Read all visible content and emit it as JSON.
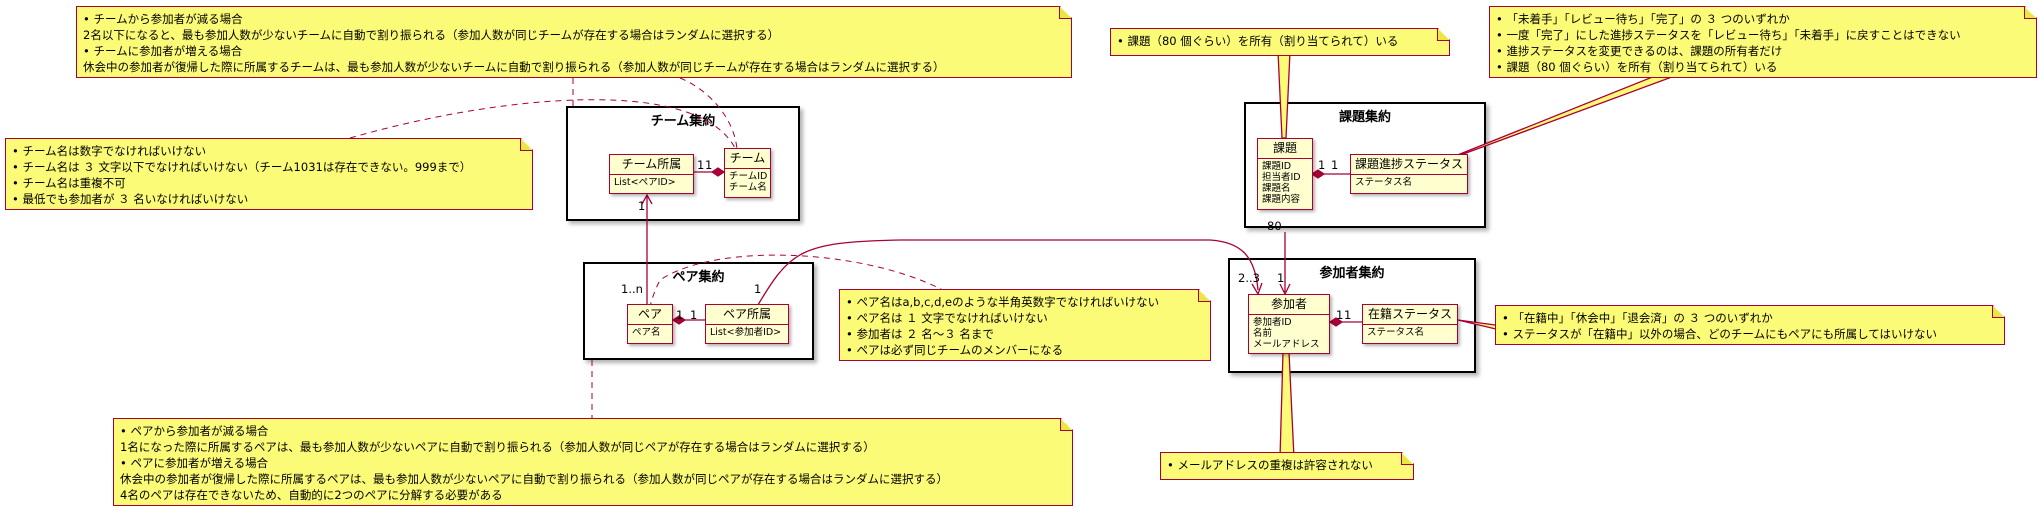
{
  "packages": {
    "team": "チーム集約",
    "task": "課題集約",
    "pair": "ペア集約",
    "participant": "参加者集約"
  },
  "classes": {
    "team_belong": {
      "name": "チーム所属",
      "attrs": [
        "List<ペアID>"
      ]
    },
    "team": {
      "name": "チーム",
      "attrs": [
        "チームID",
        "チーム名"
      ]
    },
    "task": {
      "name": "課題",
      "attrs": [
        "課題ID",
        "担当者ID",
        "課題名",
        "課題内容"
      ]
    },
    "task_status": {
      "name": "課題進捗ステータス",
      "attrs": [
        "ステータス名"
      ]
    },
    "pair": {
      "name": "ペア",
      "attrs": [
        "ペア名"
      ]
    },
    "pair_belong": {
      "name": "ペア所属",
      "attrs": [
        "List<参加者ID>"
      ]
    },
    "participant": {
      "name": "参加者",
      "attrs": [
        "参加者ID",
        "名前",
        "メールアドレス"
      ]
    },
    "enroll_status": {
      "name": "在籍ステータス",
      "attrs": [
        "ステータス名"
      ]
    }
  },
  "multiplicities": {
    "team_belong_team_a": "1",
    "team_belong_team_b": "1",
    "team_belong_bottom": "1",
    "pair_top": "1..n",
    "pair_pairbelong_a": "1",
    "pair_pairbelong_b": "1",
    "pairbelong_top": "1",
    "task_status_a": "1",
    "task_status_b": "1",
    "task_bottom": "80",
    "participant_top_a": "2..3",
    "participant_top_b": "1",
    "participant_enroll_a": "1",
    "participant_enroll_b": "1"
  },
  "notes": {
    "team_rules": [
      "• チームから参加者が減る場合",
      "2名以下になると、最も参加人数が少ないチームに自動で割り振られる（参加人数が同じチームが存在する場合はランダムに選択する）",
      "• チームに参加者が増える場合",
      "休会中の参加者が復帰した際に所属するチームは、最も参加人数が少ないチームに自動で割り振られる（参加人数が同じチームが存在する場合はランダムに選択する）"
    ],
    "team_name": [
      "• チーム名は数字でなければいけない",
      "• チーム名は ３ 文字以下でなければいけない（チーム1031は存在できない。999まで）",
      "• チーム名は重複不可",
      "• 最低でも参加者が ３ 名いなければいけない"
    ],
    "task_own": [
      "• 課題（80 個ぐらい）を所有（割り当てられて）いる"
    ],
    "task_status": [
      "• 「未着手」「レビュー待ち」「完了」の ３ つのいずれか",
      "• 一度「完了」にした進捗ステータスを「レビュー待ち」「未着手」に戻すことはできない",
      "• 進捗ステータスを変更できるのは、課題の所有者だけ",
      "• 課題（80 個ぐらい）を所有（割り当てられて）いる"
    ],
    "pair_name": [
      "• ペア名はa,b,c,d,eのような半角英数字でなければいけない",
      "• ペア名は １ 文字でなければいけない",
      "• 参加者は ２ 名〜３ 名まで",
      "• ペアは必ず同じチームのメンバーになる"
    ],
    "enroll": [
      "• 「在籍中」「休会中」「退会済」の ３ つのいずれか",
      "• ステータスが「在籍中」以外の場合、どのチームにもペアにも所属してはいけない"
    ],
    "pair_rules": [
      "• ペアから参加者が減る場合",
      "1名になった際に所属するペアは、最も参加人数が少ないペアに自動で割り振られる（参加人数が同じペアが存在する場合はランダムに選択する）",
      "• ペアに参加者が増える場合",
      "休会中の参加者が復帰した際に所属するペアは、最も参加人数が少ないペアに自動で割り振られる（参加人数が同じペアが存在する場合はランダムに選択する）",
      "4名のペアは存在できないため、自動的に2つのペアに分解する必要がある"
    ],
    "email": [
      "• メールアドレスの重複は許容されない"
    ]
  }
}
